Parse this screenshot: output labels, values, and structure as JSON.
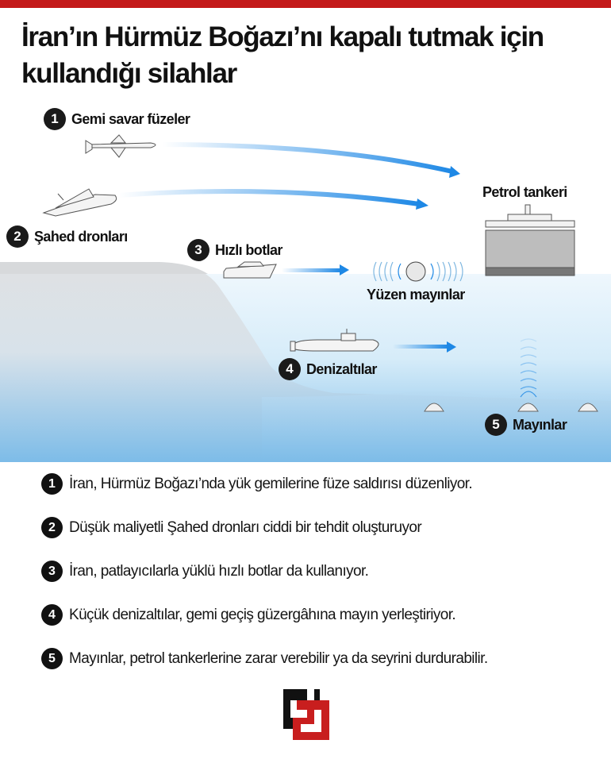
{
  "header": {
    "title": "İran’ın Hürmüz Boğazı’nı kapalı tutmak için kullandığı silahlar",
    "accent_color": "#c41a1a"
  },
  "diagram": {
    "labels": {
      "missiles": {
        "number": "1",
        "text": "Gemi savar füzeler"
      },
      "drones": {
        "number": "2",
        "text": "Şahed dronları"
      },
      "fast_boats": {
        "number": "3",
        "text": "Hızlı botlar"
      },
      "floating_mines": {
        "text": "Yüzen mayınlar"
      },
      "submarines": {
        "number": "4",
        "text": "Denizaltılar"
      },
      "mines": {
        "number": "5",
        "text": "Mayınlar"
      },
      "tanker": {
        "text": "Petrol tankeri"
      }
    },
    "colors": {
      "arrow": "#1e88e5",
      "water_top": "#eaf5fc",
      "water_bottom": "#7fbde8",
      "land": "#d9dde2"
    }
  },
  "list": {
    "items": [
      {
        "number": "1",
        "text": "İran, Hürmüz Boğazı’nda yük gemilerine füze saldırısı düzenliyor."
      },
      {
        "number": "2",
        "text": "Düşük maliyetli Şahed dronları ciddi bir tehdit oluşturuyor"
      },
      {
        "number": "3",
        "text": "İran, patlayıcılarla yüklü hızlı botlar da kullanıyor."
      },
      {
        "number": "4",
        "text": "Küçük denizaltılar, gemi geçiş güzergâhına mayın yerleştiriyor."
      },
      {
        "number": "5",
        "text": "Mayınlar, petrol tankerlerine zarar verebilir ya da seyrini durdurabilir."
      }
    ]
  },
  "footer": {
    "logo": "haberturk-h-logo"
  }
}
